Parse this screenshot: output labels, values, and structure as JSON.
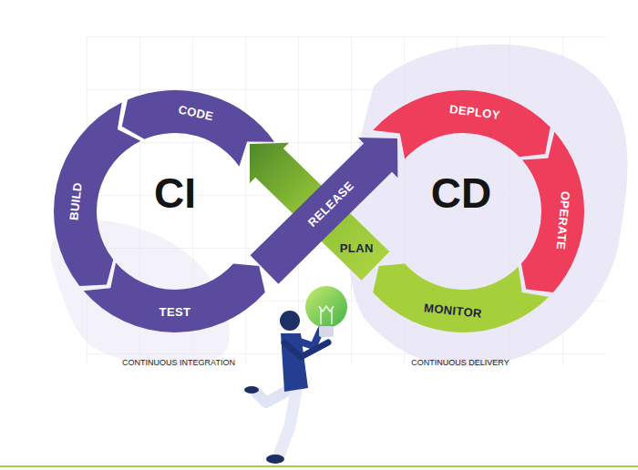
{
  "diagram": {
    "nodes": [
      {
        "text": [
          "CODE"
        ]
      },
      {
        "text": [
          "BUILD"
        ]
      },
      {
        "text": [
          "TEST"
        ]
      },
      {
        "text": [
          "RELEASE"
        ]
      },
      {
        "text": [
          "PLAN"
        ]
      },
      {
        "text": [
          "DEPLOY"
        ]
      },
      {
        "text": [
          "OPERATE"
        ]
      },
      {
        "text": [
          "MONITOR"
        ]
      }
    ],
    "labels": [
      "CI",
      "CD",
      "CONTINUOUS INTEGRATION",
      "CONTINUOUS DELIVERY"
    ]
  }
}
